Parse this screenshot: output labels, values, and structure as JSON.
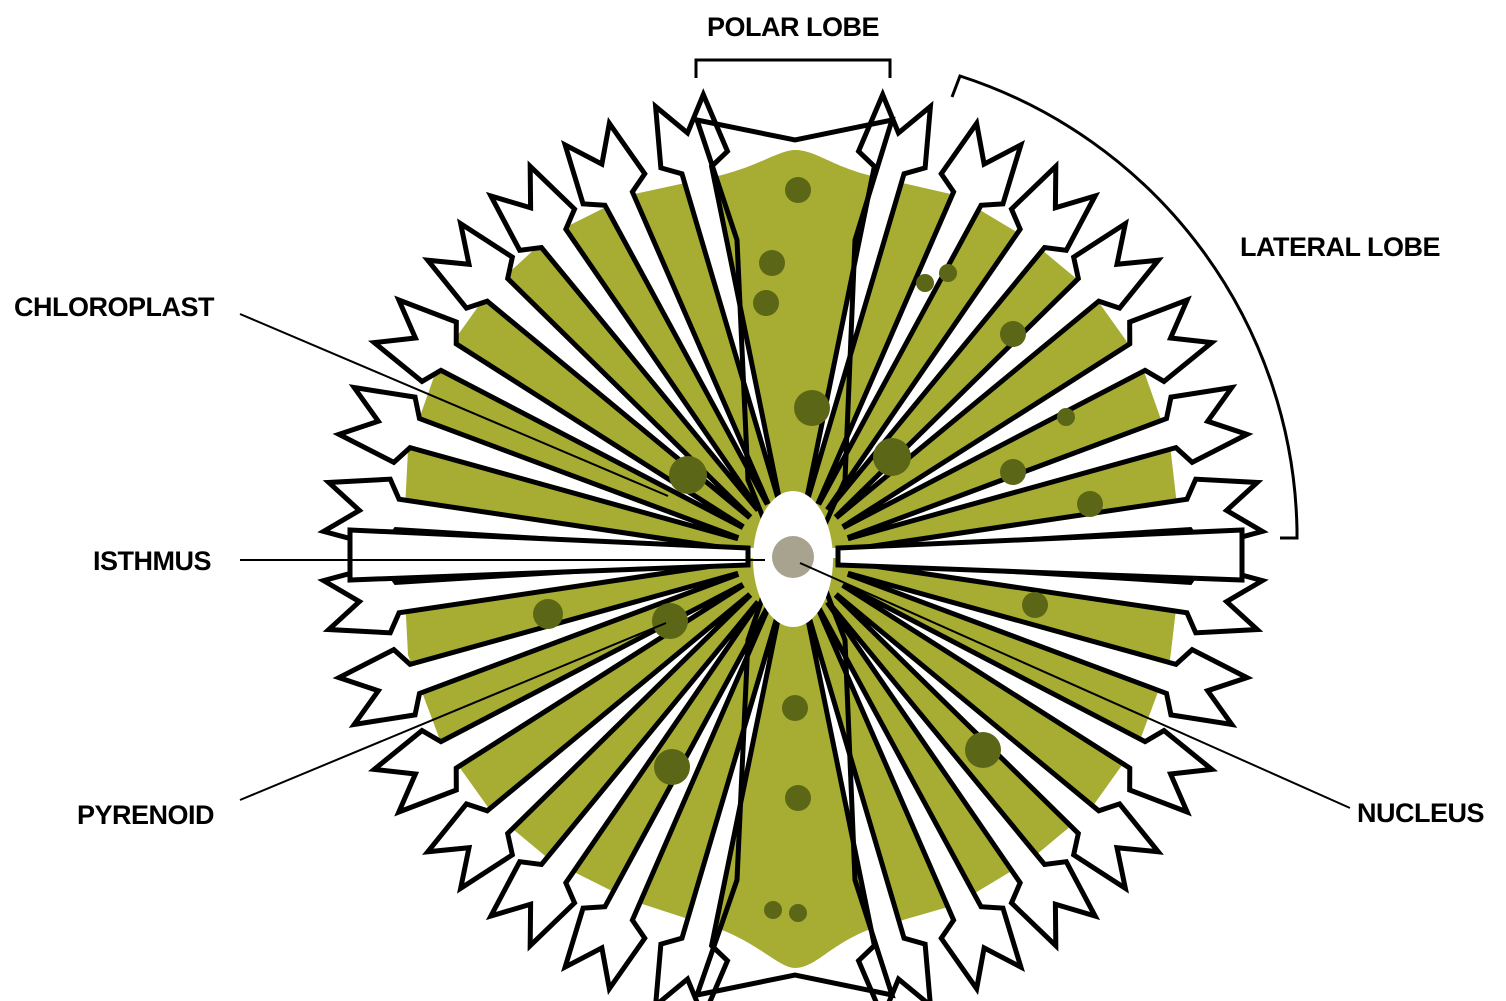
{
  "labels": {
    "polar_lobe": "POLAR LOBE",
    "lateral_lobe": "LATERAL LOBE",
    "chloroplast": "CHLOROPLAST",
    "isthmus": "ISTHMUS",
    "pyrenoid": "PYRENOID",
    "nucleus": "NUCLEUS"
  },
  "colors": {
    "chloroplast": "#a6ad32",
    "pyrenoid": "#5c6617",
    "nucleus": "#a7a38f",
    "cell_wall": "#000000",
    "background": "#ffffff"
  }
}
